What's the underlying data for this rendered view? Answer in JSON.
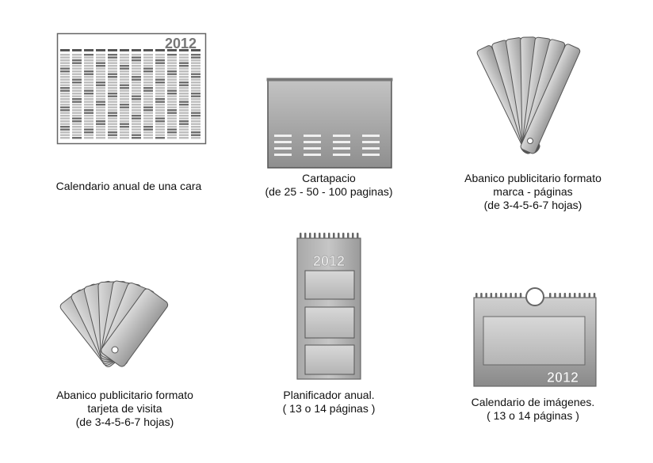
{
  "items": [
    {
      "id": "annual-calendar",
      "year": "2012",
      "caption": [
        "Calendario anual de una cara"
      ]
    },
    {
      "id": "desk-pad",
      "caption": [
        "Cartapacio",
        "(de  25 - 50 - 100 paginas)"
      ]
    },
    {
      "id": "fan-brand",
      "caption": [
        "Abanico publicitario formato",
        "marca - páginas",
        "(de 3-4-5-6-7 hojas)"
      ]
    },
    {
      "id": "fan-card",
      "caption": [
        "Abanico publicitario formato",
        "tarjeta de visita",
        "(de 3-4-5-6-7 hojas)"
      ]
    },
    {
      "id": "planner",
      "year": "2012",
      "caption": [
        "Planificador anual.",
        "( 13 o 14 páginas )"
      ]
    },
    {
      "id": "image-calendar",
      "year": "2012",
      "caption": [
        "Calendario de imágenes.",
        "( 13  o  14 páginas )"
      ]
    }
  ]
}
